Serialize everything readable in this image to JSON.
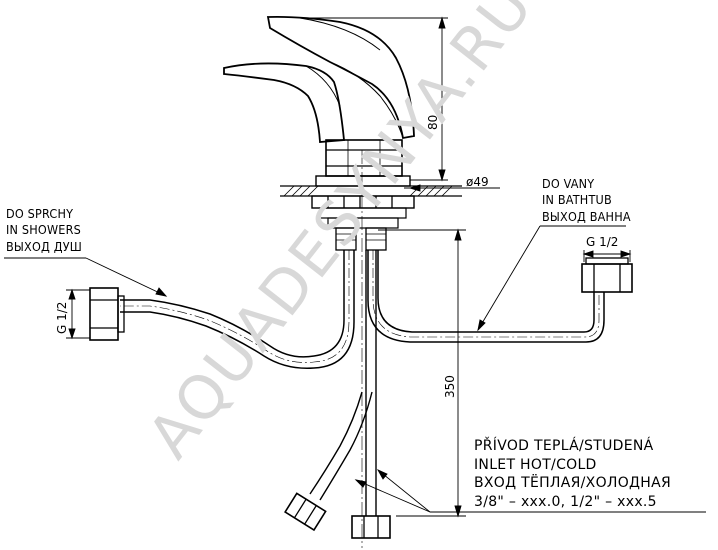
{
  "watermark": "AQUADESYNYA.RU",
  "labels": {
    "shower_line1": "DO SPRCHY",
    "shower_line2": "IN SHOWERS",
    "shower_line3": "ВЫХОД ДУШ",
    "bath_line1": "DO VANY",
    "bath_line2": "IN BATHTUB",
    "bath_line3": "ВЫХОД ВАННА",
    "inlet_line1": "PŘÍVOD TEPLÁ/STUDENÁ",
    "inlet_line2": "INLET HOT/COLD",
    "inlet_line3": "ВХОД ТЁПЛАЯ/ХОЛОДНАЯ",
    "inlet_line4": "3/8\" – xxx.0, 1/2\" – xxx.5"
  },
  "dimensions": {
    "height_top": "80",
    "diameter": "ø49",
    "height_hose": "350",
    "thread_left": "G 1/2",
    "thread_right": "G 1/2"
  }
}
